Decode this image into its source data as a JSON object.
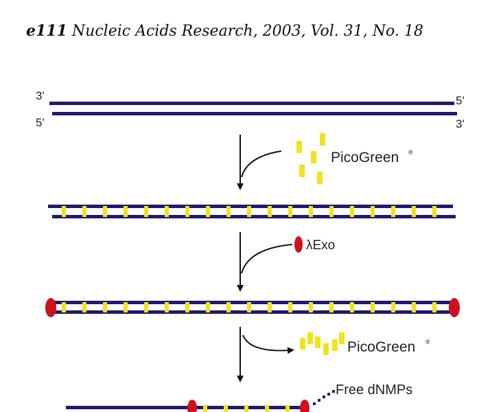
{
  "header": {
    "article_id": "e111",
    "citation": "Nucleic Acids Research, 2003, Vol. 31, No. 18"
  },
  "figure": {
    "strand_ends": {
      "top_left": "3'",
      "top_right": "5'",
      "bottom_left": "5'",
      "bottom_right": "3'"
    },
    "step1_reagent": "PicoGreen",
    "step1_mark": "®",
    "step2_reagent": "λExo",
    "step3_reagent": "PicoGreen",
    "step3_mark": "®",
    "step3_product": "Free dNMPs",
    "colors": {
      "strand": "#1e1a6e",
      "dye": "#f2e21a",
      "enzyme": "#d0101c"
    }
  }
}
